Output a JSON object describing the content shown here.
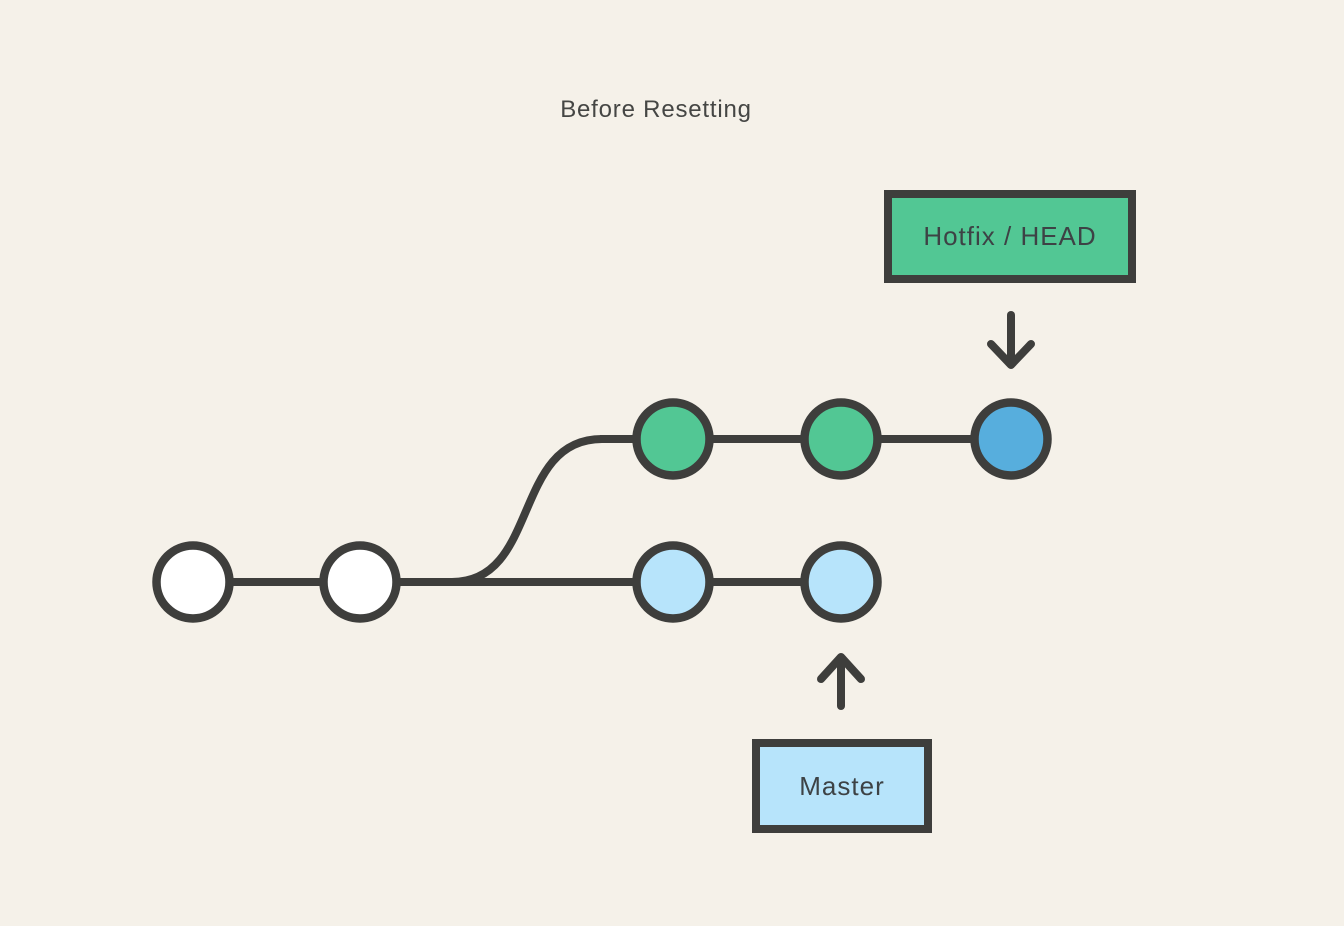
{
  "title": "Before Resetting",
  "labels": {
    "hotfix": "Hotfix / HEAD",
    "master": "Master"
  },
  "colors": {
    "background": "#f5f1e9",
    "stroke": "#3e3e3c",
    "green": "#52c794",
    "blue": "#57aedd",
    "light_blue": "#b7e4fb",
    "white": "#ffffff",
    "text": "#3d4245"
  },
  "graph": {
    "branches": [
      {
        "name": "master",
        "label": "Master",
        "commit_colors": [
          "white",
          "white",
          "light_blue",
          "light_blue"
        ],
        "pointer": "arrow-up-to-last-commit"
      },
      {
        "name": "hotfix",
        "label": "Hotfix / HEAD",
        "commit_colors": [
          "green",
          "green",
          "blue"
        ],
        "pointer": "arrow-down-to-last-commit"
      }
    ]
  }
}
